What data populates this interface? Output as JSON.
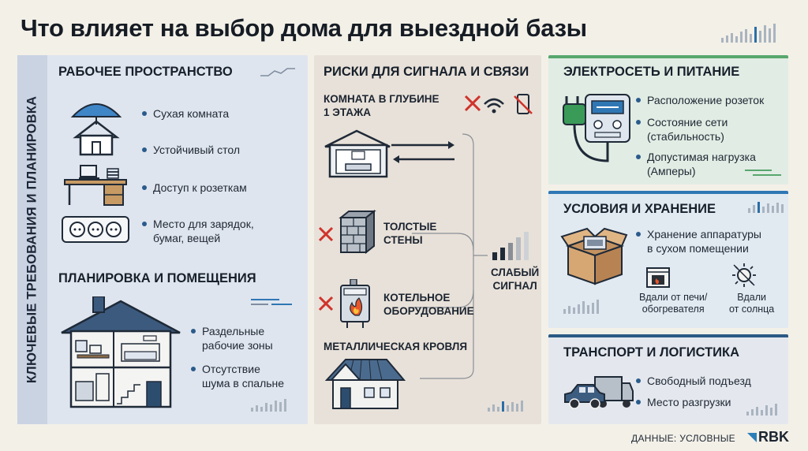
{
  "title": "Что влияет на выбор дома для выездной базы",
  "vertical_label": "КЛЮЧЕВЫЕ ТРЕБОВАНИЯ И ПЛАНИРОВКА",
  "workspace": {
    "heading": "РАБОЧЕЕ ПРОСТРАНСТВО",
    "items": [
      "Сухая комната",
      "Устойчивый стол",
      "Доступ к розеткам",
      "Место для зарядок,\nбумаг, вещей"
    ]
  },
  "layout": {
    "heading": "ПЛАНИРОВКА И ПОМЕЩЕНИЯ",
    "items": [
      "Раздельные\nрабочие зоны",
      "Отсутствие\nшума в спальне"
    ]
  },
  "signal": {
    "heading": "РИСКИ ДЛЯ СИГНАЛА И СВЯЗИ",
    "deep_room": "КОМНАТА В ГЛУБИНЕ\n1 ЭТАЖА",
    "thick_walls": "ТОЛСТЫЕ\nСТЕНЫ",
    "boiler": "КОТЕЛЬНОЕ\nОБОРУДОВАНИЕ",
    "metal_roof": "МЕТАЛЛИЧЕСКАЯ КРОВЛЯ",
    "weak_signal": "СЛАБЫЙ\nСИГНАЛ"
  },
  "power": {
    "heading": "ЭЛЕКТРОСЕТЬ И ПИТАНИЕ",
    "items": [
      "Расположение розеток",
      "Состояние сети\n(стабильность)",
      "Допустимая нагрузка\n(Амперы)"
    ]
  },
  "storage": {
    "heading": "УСЛОВИЯ И ХРАНЕНИЕ",
    "items": [
      "Хранение аппаратуры\nв сухом помещении"
    ],
    "away_stove": "Вдали от печи/\nобогревателя",
    "away_sun": "Вдали\nот солнца"
  },
  "transport": {
    "heading": "ТРАНСПОРТ И ЛОГИСТИКА",
    "items": [
      "Свободный подъезд",
      "Место разгрузки"
    ]
  },
  "footer": {
    "note": "ДАННЫЕ: УСЛОВНЫЕ",
    "brand": "RBK"
  },
  "colors": {
    "accent_blue": "#2f77b4",
    "accent_green": "#58a76e",
    "danger_red": "#d0332b",
    "navy": "#2c5a84"
  }
}
